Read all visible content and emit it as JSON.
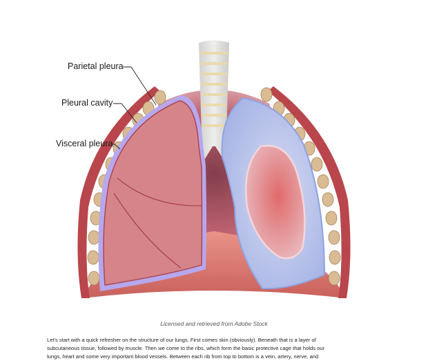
{
  "figure": {
    "labels": {
      "parietal_pleura": "Parietal pleura",
      "pleural_cavity": "Pleural cavity",
      "visceral_pleura": "Visceral pleura"
    },
    "colors": {
      "lung_tissue": "#d5848a",
      "pleura": "#b7a7ec",
      "rib": "#d9bc93",
      "muscle": "#b9464c",
      "diaphragm": "#e99387",
      "trachea": "#d7d6d4",
      "collapsed_lung": "#c9d2f0"
    }
  },
  "caption": "Licensed and retrieved from Adobe Stock",
  "body": {
    "line1": "Let's start with a quick refresher on the structure of our lungs. First comes skin (obviously). Beneath that is a layer of",
    "line2": "subcutaneous tissue, followed by muscle. Then we come to the ribs, which form the basic protective cage that holds our",
    "line3": "lungs, heart and some very important blood vessels. Between each rib from top to bottom is a vein, artery, nerve, and"
  }
}
